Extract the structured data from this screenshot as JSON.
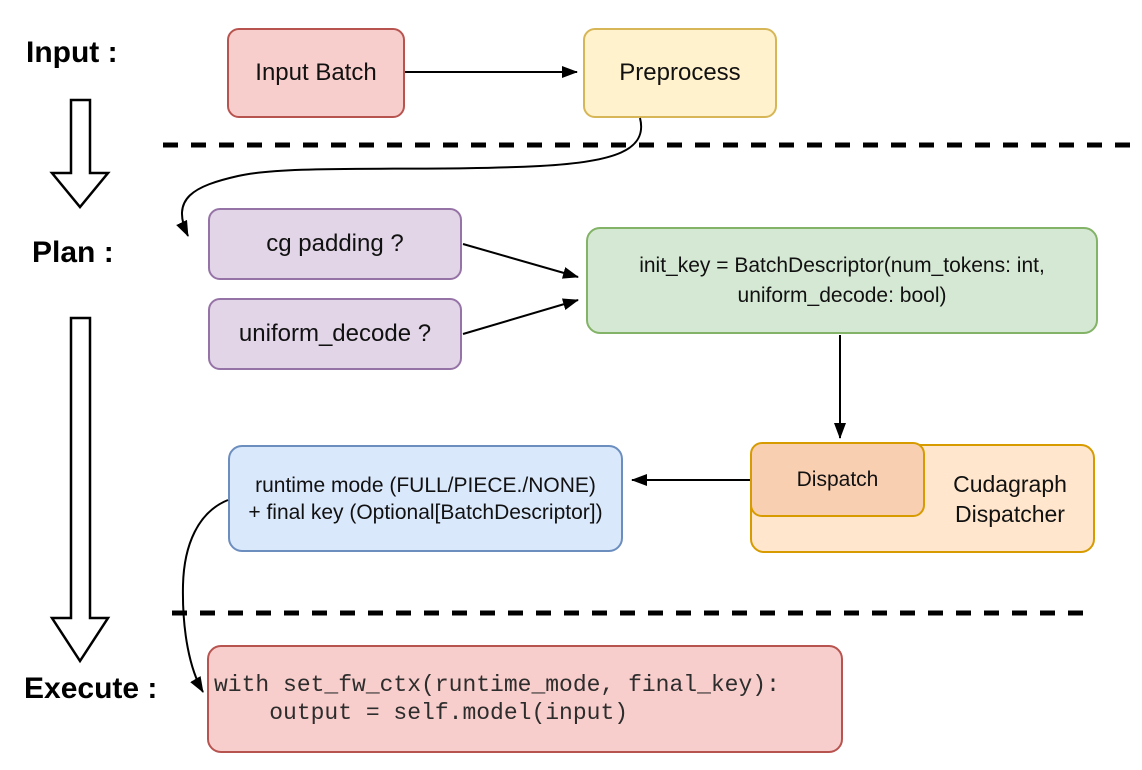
{
  "sections": {
    "input": "Input :",
    "plan": "Plan :",
    "execute": "Execute :"
  },
  "nodes": {
    "input_batch": "Input Batch",
    "preprocess": "Preprocess",
    "cg_padding": "cg padding ?",
    "uniform_decode": "uniform_decode ?",
    "init_key_line1": "init_key = BatchDescriptor(num_tokens: int,",
    "init_key_line2": "uniform_decode: bool)",
    "dispatch": "Dispatch",
    "cudagraph_line1": "Cudagraph",
    "cudagraph_line2": "Dispatcher",
    "runtime_line1": "runtime mode (FULL/PIECE./NONE)",
    "runtime_line2": "+ final key (Optional[BatchDescriptor])",
    "code_line1": "with set_fw_ctx(runtime_mode, final_key):",
    "code_line2": "    output = self.model(input)"
  },
  "colors": {
    "red_fill": "#f8cecc",
    "red_stroke": "#b85450",
    "yellow_fill": "#fff2cc",
    "yellow_stroke": "#d6b656",
    "purple_fill": "#e1d5e7",
    "purple_stroke": "#9673a6",
    "green_fill": "#d5e8d4",
    "green_stroke": "#82b366",
    "orange_fill": "#ffe6cc",
    "orange_mid_fill": "#f9cfb2",
    "orange_stroke": "#d79b00",
    "blue_fill": "#dae8fc",
    "blue_stroke": "#6c8ebf",
    "line_color": "#000000"
  }
}
